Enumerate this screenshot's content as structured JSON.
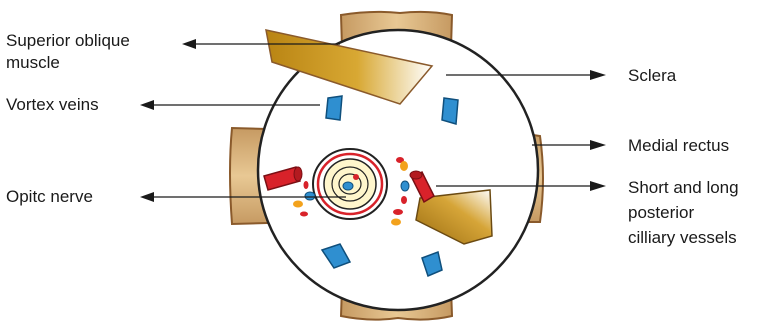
{
  "labels": {
    "superior_oblique_line1": "Superior oblique",
    "superior_oblique_line2": "muscle",
    "vortex_veins": "Vortex veins",
    "optic_nerve": "Opitc nerve",
    "sclera": "Sclera",
    "medial_rectus": "Medial rectus",
    "ciliary_line1": "Short and long",
    "ciliary_line2": "posterior",
    "ciliary_line3": "cilliary vessels"
  },
  "colors": {
    "muscle_fill": "#d9b57e",
    "muscle_stroke": "#8a5a2b",
    "tendon_gold": "#c9951f",
    "sclera_fill": "#ffffff",
    "outline": "#222222",
    "vein_blue": "#2f8fd0",
    "artery_red": "#d8222a",
    "nerve_ring_red": "#d8222a",
    "nerve_core": "#fff6cc",
    "pale_yellow": "#fbf5c8",
    "spot_orange": "#f3a21c",
    "arrow": "#1a1a1a"
  }
}
